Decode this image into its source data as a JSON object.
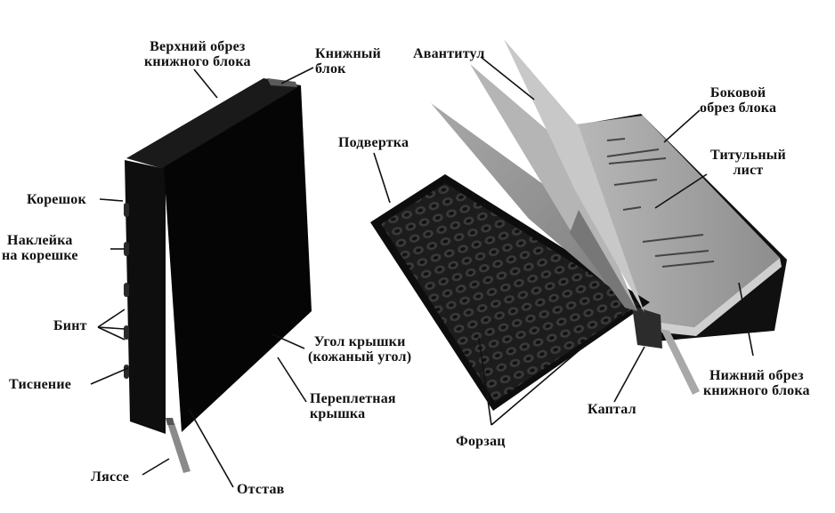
{
  "labels": {
    "top_edge": "Верхний обрез\nкнижного блока",
    "book_block": "Книжный\nблок",
    "spine": "Корешок",
    "spine_label": "Наклейка\nна корешке",
    "bands": "Бинт",
    "embossing": "Тиснение",
    "ribbon": "Ляссе",
    "joint": "Отстав",
    "cover_corner": "Угол крышки\n(кожаный угол)",
    "cover": "Переплетная\nкрышка",
    "turn_in": "Подвертка",
    "half_title": "Авантитул",
    "side_edge": "Боковой\nобрез блока",
    "title_page": "Титульный\nлист",
    "bottom_edge": "Нижний обрез\nкнижного блока",
    "headband": "Каптал",
    "endpaper": "Форзац"
  },
  "colors": {
    "background": "#ffffff",
    "book_cover": "#0b0b0b",
    "page_gray": "#9a9a9a",
    "endpaper_pattern": "#2a2a2a",
    "leader": "#111111"
  }
}
